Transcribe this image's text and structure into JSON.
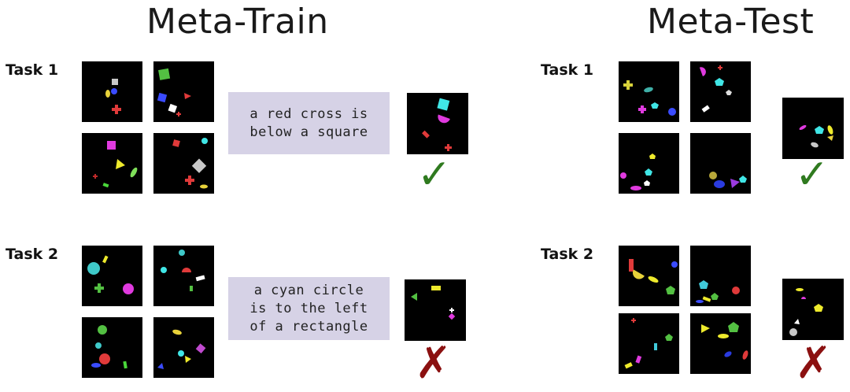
{
  "sections": {
    "meta_train": {
      "title": "Meta-Train"
    },
    "meta_test": {
      "title": "Meta-Test"
    }
  },
  "tasks": {
    "task1": {
      "label": "Task 1"
    },
    "task2": {
      "label": "Task 2"
    }
  },
  "captions": {
    "train_task1": "a red cross is\nbelow a square",
    "train_task2": "a cyan circle\nis to the left\nof a rectangle"
  },
  "marks": {
    "correct": "✓",
    "incorrect": "✗"
  },
  "colors": {
    "caption_bg": "#d6d2e6",
    "check_green": "#2f7a1f",
    "cross_red": "#8b1010",
    "panel_bg": "#000000"
  }
}
